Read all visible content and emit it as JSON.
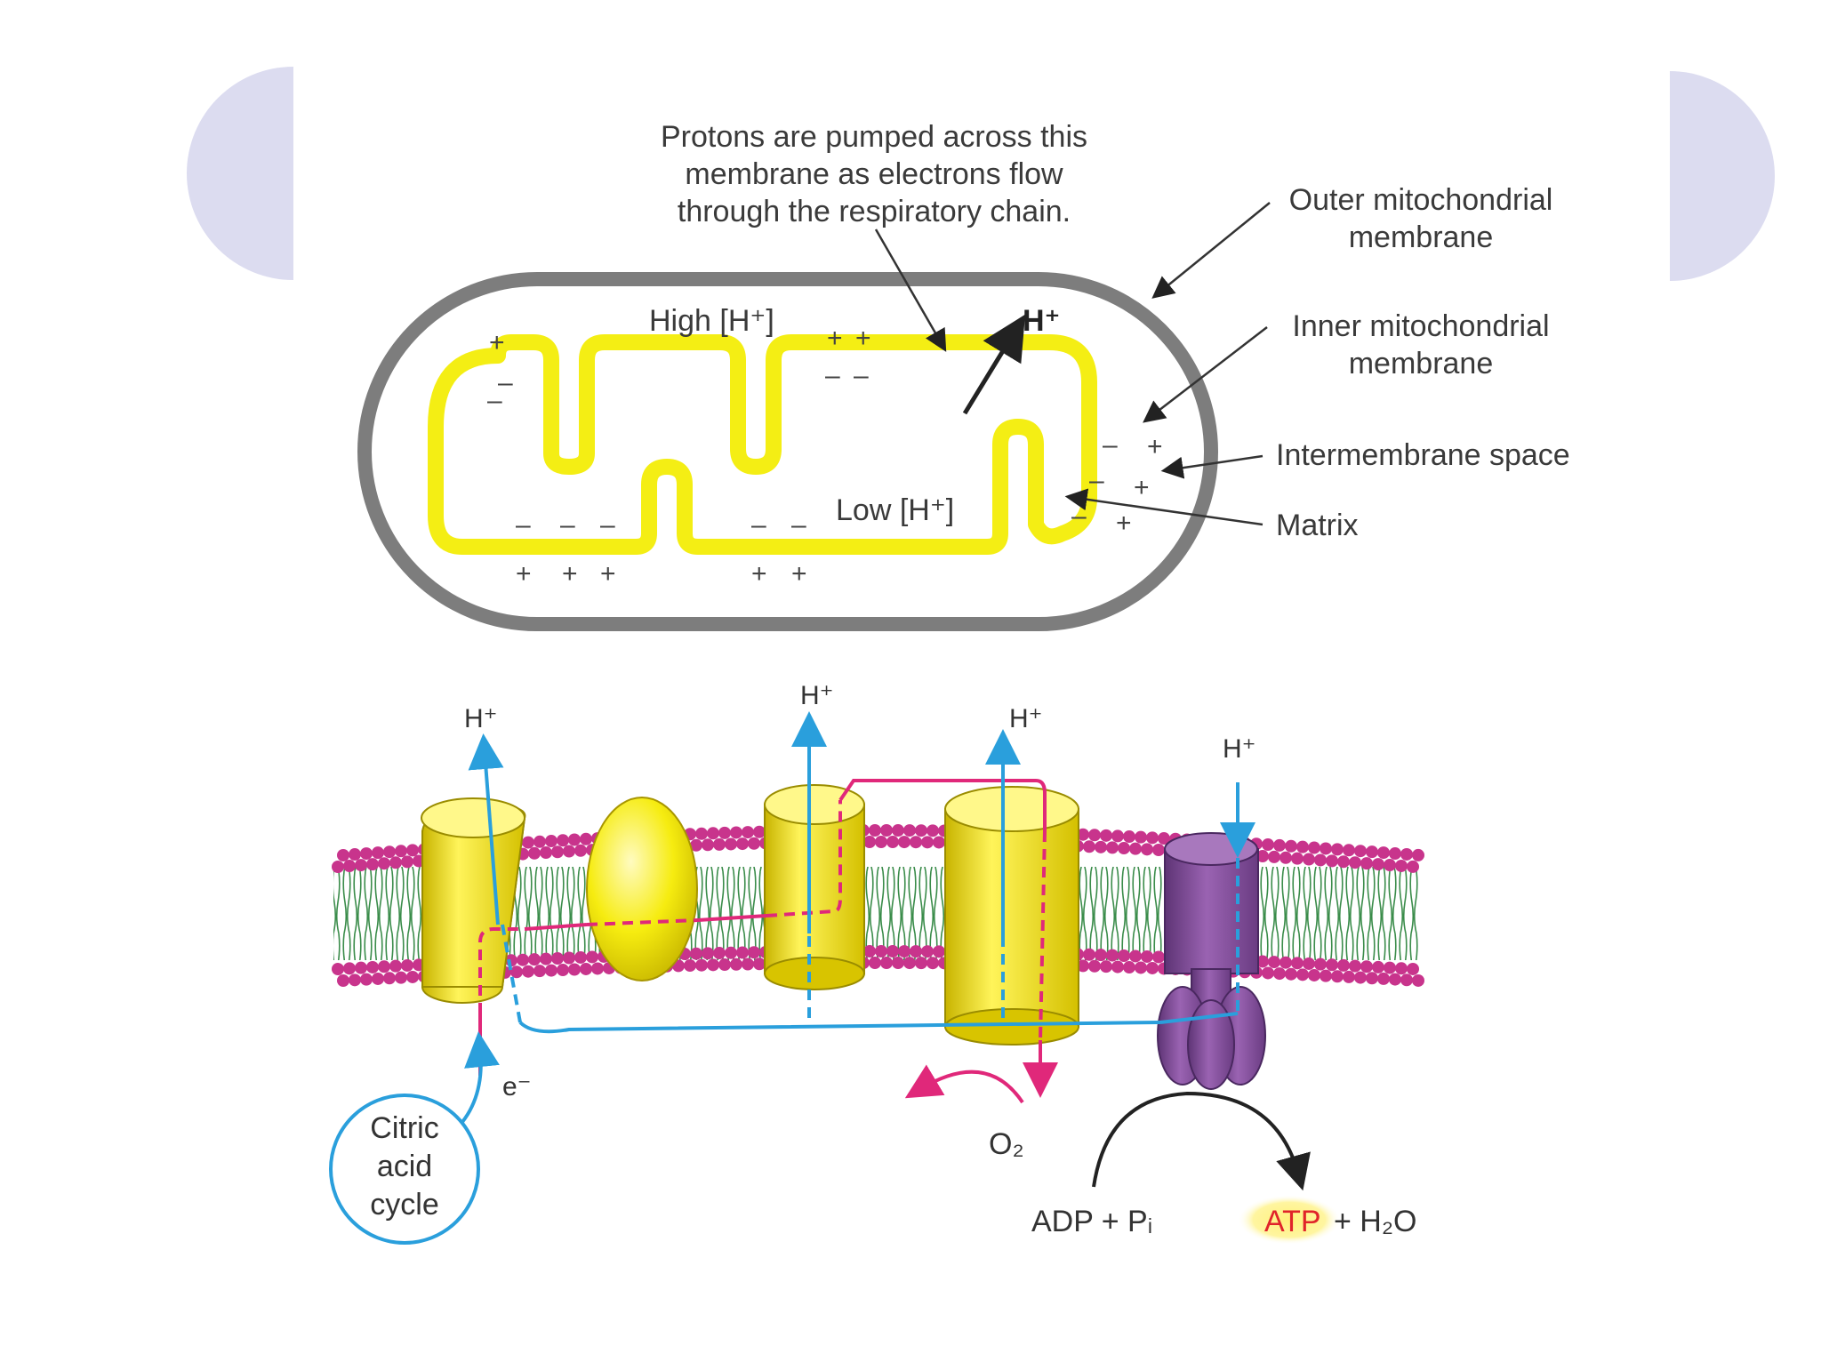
{
  "top": {
    "pump_note": [
      "Protons are pumped across this",
      "membrane as electrons flow",
      "through the respiratory chain."
    ],
    "outer_membrane": [
      "Outer mitochondrial",
      "membrane"
    ],
    "inner_membrane": [
      "Inner mitochondrial",
      "membrane"
    ],
    "intermembrane": "Intermembrane space",
    "matrix": "Matrix",
    "high_h": "High [H⁺]",
    "low_h": "Low [H⁺]",
    "hplus": "H⁺",
    "plus": "+",
    "minus": "–"
  },
  "bottom": {
    "hplus": "H⁺",
    "eminus": "e⁻",
    "citric": [
      "Citric",
      "acid",
      "cycle"
    ],
    "o2": "O₂",
    "adp": "ADP + Pᵢ",
    "atp": "ATP",
    "h2o": "+ H₂O"
  },
  "colors": {
    "outer_membrane": "#7d7d7d",
    "inner_membrane": "#f4ee14",
    "proton_path": "#2a9fdc",
    "electron_path": "#e0287a",
    "synthase": "#8a52a0",
    "lipid_head": "#c8348c",
    "lipid_tail": "#3a8c4a",
    "slide_ornament": "#dcdcf0"
  }
}
